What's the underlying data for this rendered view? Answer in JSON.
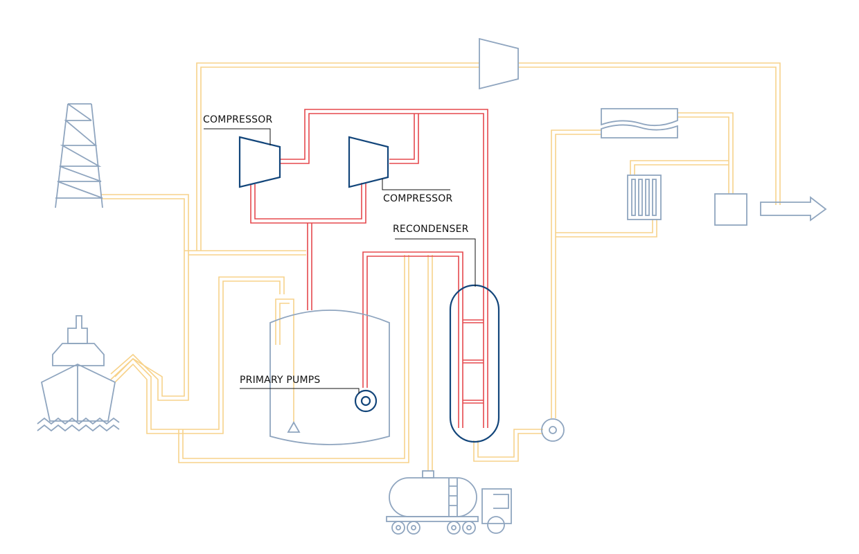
{
  "labels": {
    "compressor_left": "COMPRESSOR",
    "compressor_right": "COMPRESSOR",
    "recondenser": "RECONDENSER",
    "primary_pumps": "PRIMARY PUMPS"
  },
  "colors": {
    "gas_line": "#f7d28a",
    "hot_line": "#e5484d",
    "equipment": "#8fa5bf",
    "equipment_dark": "#12457a",
    "text": "#111111"
  }
}
